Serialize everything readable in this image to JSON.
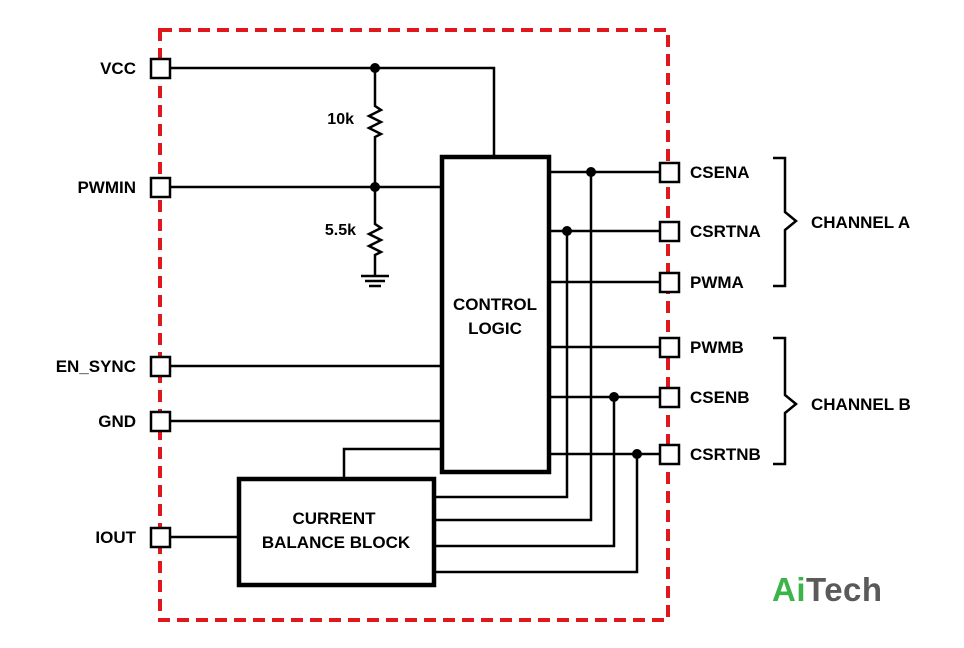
{
  "left_pins": {
    "vcc": "VCC",
    "pwmin": "PWMIN",
    "en_sync": "EN_SYNC",
    "gnd": "GND",
    "iout": "IOUT"
  },
  "resistors": {
    "top": "10k",
    "bottom": "5.5k"
  },
  "blocks": {
    "control_line1": "CONTROL",
    "control_line2": "LOGIC",
    "balance_line1": "CURRENT",
    "balance_line2": "BALANCE BLOCK"
  },
  "right_pins": {
    "csena": "CSENA",
    "csrtna": "CSRTNA",
    "pwma": "PWMA",
    "pwmb": "PWMB",
    "csenb": "CSENB",
    "csrtnb": "CSRTNB"
  },
  "groups": {
    "channel_a": "CHANNEL A",
    "channel_b": "CHANNEL B"
  },
  "logo": {
    "part1": "Ai",
    "part2": "Tech"
  },
  "colors": {
    "boundary": "#e0171c",
    "logo_green": "#3bb54a",
    "logo_gray": "#5a5a5a"
  }
}
